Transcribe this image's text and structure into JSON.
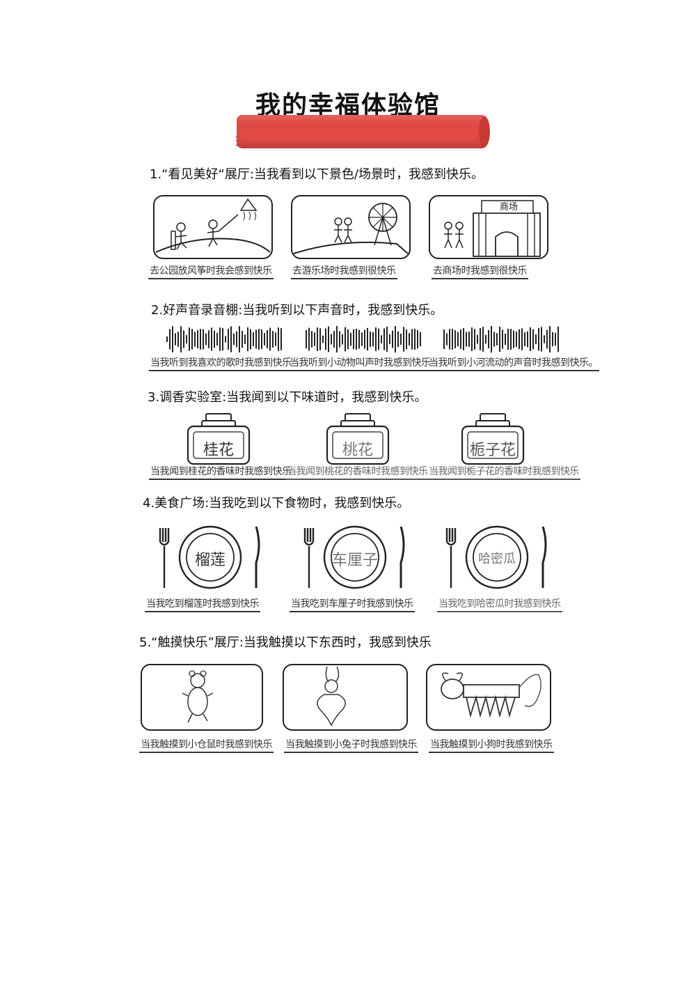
{
  "title": "我的幸福体验馆",
  "title_partial_char": "琪",
  "sections": [
    {
      "heading": "1.“看见美好“展厅:当我看到以下景色/场景时，我感到快乐。",
      "captions": [
        "去公园放风筝时我会感到快乐",
        "去游乐场时我感到很快乐",
        "去商场时我感到很快乐"
      ],
      "mall_sign": "商场"
    },
    {
      "heading": "2.好声音录音棚:当我听到以下声音时，我感到快乐。",
      "captions": [
        "当我听到我喜欢的歌时我感到快乐",
        "当我听到小动物叫声时我感到快乐",
        "当我听到小河流动的声音时我感到快乐。"
      ]
    },
    {
      "heading": "3.调香实验室:当我闻到以下味道时，我感到快乐。",
      "jars": [
        "桂花",
        "桃花",
        "栀子花"
      ],
      "captions": [
        "当我闻到桂花的香味时我感到快乐",
        "当我闻到桃花的香味时我感到快乐",
        "当我闻到栀子花的香味时我感到快乐"
      ]
    },
    {
      "heading": "4.美食广场:当我吃到以下食物时，我感到快乐。",
      "plates": [
        "榴莲",
        "车厘子",
        "哈密瓜"
      ],
      "captions": [
        "当我吃到榴莲时我感到快乐",
        "当我吃到车厘子时我感到快乐",
        "当我吃到哈密瓜时我感到快乐"
      ]
    },
    {
      "heading": "5.“触摸快乐”展厅:当我触摸以下东西时，我感到快乐",
      "captions": [
        "当我触摸到小仓鼠时我感到快乐",
        "当我触摸到小兔子时我感到快乐",
        "当我触摸到小狗时我感到快乐"
      ]
    }
  ]
}
